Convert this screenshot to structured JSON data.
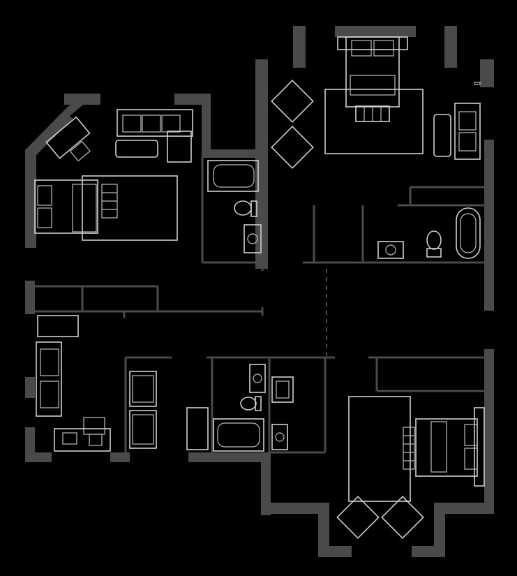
{
  "plan": {
    "background_color": "#000000",
    "wall_color": "#4a4a4a",
    "furniture_color": "#cfcfcf",
    "rooms": [
      {
        "id": "bedroom-upper-left",
        "label": ""
      },
      {
        "id": "bathroom-upper-middle",
        "label": ""
      },
      {
        "id": "master-bedroom-upper-right",
        "label": ""
      },
      {
        "id": "master-bath-right",
        "label": ""
      },
      {
        "id": "study-left",
        "label": ""
      },
      {
        "id": "bathroom-lower-middle",
        "label": ""
      },
      {
        "id": "bedroom-lower-right",
        "label": ""
      }
    ]
  }
}
